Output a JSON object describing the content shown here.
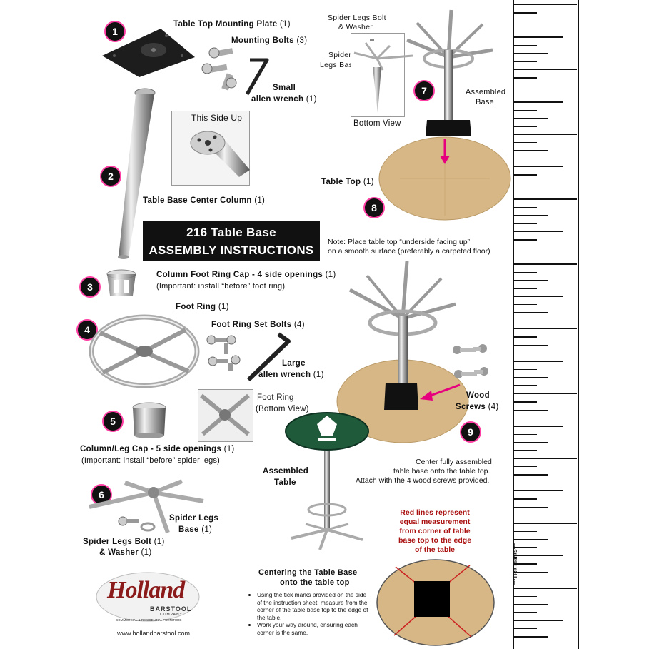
{
  "title": {
    "line1": "216 Table Base",
    "line2": "ASSEMBLY INSTRUCTIONS"
  },
  "steps": [
    "1",
    "2",
    "3",
    "4",
    "5",
    "6",
    "7",
    "8",
    "9"
  ],
  "parts": {
    "mounting_plate": {
      "name": "Table Top Mounting Plate",
      "qty": "(1)"
    },
    "mounting_bolts": {
      "name": "Mounting Bolts",
      "qty": "(3)"
    },
    "small_wrench": {
      "name1": "Small",
      "name2": "allen wrench",
      "qty": "(1)"
    },
    "this_side_up": "This Side Up",
    "center_column": {
      "name": "Table Base Center Column",
      "qty": "(1)"
    },
    "foot_ring_cap": {
      "name": "Column Foot Ring Cap - 4 side openings",
      "qty": "(1)",
      "note": "(Important: install “before” foot ring)"
    },
    "foot_ring": {
      "name": "Foot Ring",
      "qty": "(1)"
    },
    "set_bolts": {
      "name": "Foot Ring Set Bolts",
      "qty": "(4)"
    },
    "large_wrench": {
      "name1": "Large",
      "name2": "allen wrench",
      "qty": "(1)"
    },
    "foot_ring_bottom": {
      "line1": "Foot Ring",
      "line2": "(Bottom View)"
    },
    "leg_cap": {
      "name": "Column/Leg Cap - 5 side openings",
      "qty": "(1)",
      "note": "(Important: install “before” spider legs)"
    },
    "spider_legs": {
      "line1": "Spider Legs",
      "line2": "Base",
      "qty": "(1)"
    },
    "spider_bolt": {
      "line1": "Spider Legs Bolt",
      "qty": "(1)",
      "line2": "& Washer",
      "qty2": "(1)"
    },
    "spider_bolt_top": {
      "line1": "Spider Legs Bolt",
      "line2": "& Washer"
    },
    "spider_base_top": {
      "line1": "Spider",
      "line2": "Legs Base"
    },
    "bottom_view": "Bottom View",
    "assembled_base": {
      "line1": "Assembled",
      "line2": "Base"
    },
    "table_top": {
      "name": "Table Top",
      "qty": "(1)"
    },
    "wood_screws": {
      "line1": "Wood",
      "line2": "Screws",
      "qty": "(4)"
    },
    "assembled_table": {
      "line1": "Assembled",
      "line2": "Table"
    }
  },
  "notes": {
    "table_top_note1": "Note: Place table top “underside facing up”",
    "table_top_note2": "on a smooth surface (preferably a carpeted floor)",
    "center_note1": "Center fully assembled",
    "center_note2": "table base onto the table top.",
    "center_note3": "Attach with the 4 wood screws provided.",
    "red_lines": [
      "Red lines represent",
      "equal measurement",
      "from corner of table",
      "base top to the edge",
      "of the table"
    ],
    "centering_title1": "Centering the Table Base",
    "centering_title2": "onto the table top",
    "bullets": [
      "Using the tick marks provided on the side of the instruction sheet, measure from the corner of the table base top to the edge of the table.",
      "Work your way around, ensuring each corner is the same."
    ]
  },
  "logo": {
    "name": "Holland",
    "sub": "BARSTOOL",
    "sub2": "COMPANY",
    "tag": "COMMERCIAL & RESIDENTIAL FURNITURE",
    "url": "www.hollandbarstool.com"
  },
  "ruler": {
    "label": "***Tick Marks***"
  },
  "colors": {
    "accent": "#e6007e",
    "title_bg": "#111111",
    "wood": "#d7b785",
    "red_line": "#cc2222",
    "green_top": "#1f5a3a"
  }
}
